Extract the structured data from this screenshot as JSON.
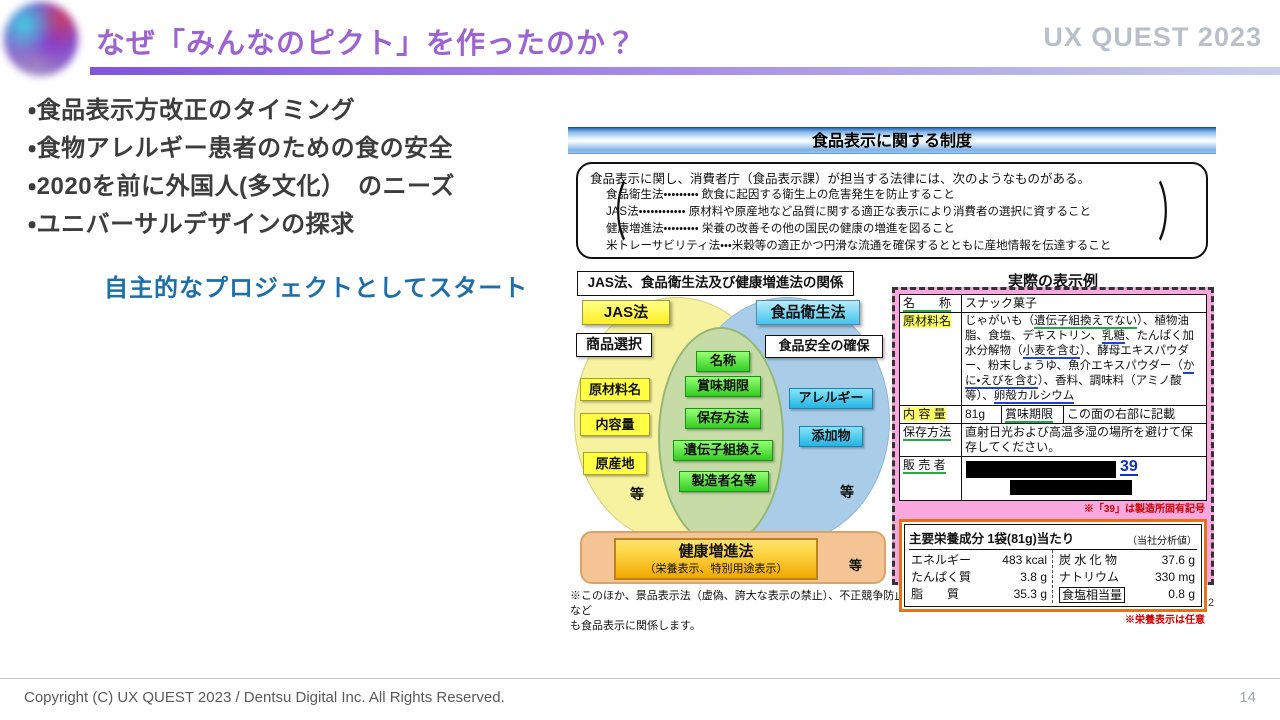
{
  "header": {
    "title": "なぜ「みんなのピクト」を作ったのか？",
    "brand": "UX QUEST 2023"
  },
  "bullets": [
    "・食品表示方改正のタイミング",
    "・食物アレルギー患者のための食の安全",
    "・2020を前に外国人(多文化）　のニーズ",
    "・ユニバーサルデザインの探求"
  ],
  "highlight": "自主的なプロジェクトとしてスタート",
  "figure": {
    "title": "食品表示に関する制度",
    "intro": "食品表示に関し、消費者庁（食品表示課）が担当する法律には、次のようなものがある。",
    "law_lines": [
      "食品衛生法・・・・・・・・・ 飲食に起因する衛生上の危害発生を防止すること",
      "JAS法・・・・・・・・・・・・ 原材料や原産地など品質に関する適正な表示により消費者の選択に資すること",
      "健康増進法・・・・・・・・・ 栄養の改善その他の国民の健康の増進を図ること",
      "米トレーサビリティ法・・・米穀等の適正かつ円滑な流通を確保するとともに産地情報を伝達すること"
    ],
    "venn": {
      "caption": "JAS法、食品衛生法及び健康増進法の関係",
      "jas_label": "JAS法",
      "eisei_label": "食品衛生法",
      "jas_subtitle": "商品選択",
      "eisei_subtitle": "食品安全の確保",
      "jas_items": [
        "原材料名",
        "内容量",
        "原産地"
      ],
      "common_items": [
        "名称",
        "賞味期限",
        "保存方法",
        "遺伝子組換え",
        "製造者名等"
      ],
      "eisei_items": [
        "アレルギー",
        "添加物"
      ],
      "etc_left": "等",
      "etc_right": "等",
      "etc_bottom": "等",
      "kenko_label": "健康増進法",
      "kenko_sub": "（栄養表示、特別用途表示）"
    },
    "example": {
      "caption": "実際の表示例",
      "name_label": "名　　称",
      "name_value": "スナック菓子",
      "ingredients_label": "原材料名",
      "ingredients_segments": [
        {
          "t": "じゃがいも（"
        },
        {
          "t": "遺伝子組換えでない",
          "u": "green"
        },
        {
          "t": "）、植物油脂、食塩、デキストリン、"
        },
        {
          "t": "乳糖",
          "u": "blue"
        },
        {
          "t": "、たんぱく加水分解物（"
        },
        {
          "t": "小麦を含む",
          "u": "blue"
        },
        {
          "t": "）、酵母エキスパウダー、粉末しょうゆ、魚介エキスパウダー（"
        },
        {
          "t": "かに・えびを含む",
          "u": "blue"
        },
        {
          "t": "）、香料、調味料（アミノ酸等）、"
        },
        {
          "t": "卵殻カルシウム",
          "u": "blue"
        }
      ],
      "content_label": "内 容 量",
      "content_value": "81g",
      "expiry_label": "賞味期限",
      "expiry_value": "この面の右部に記載",
      "storage_label": "保存方法",
      "storage_value": "直射日光および高温多湿の場所を避けて保存してください。",
      "seller_label": "販 売 者",
      "seller_code": "39",
      "code_note": "※「39」は製造所固有記号",
      "nutrition": {
        "header": "主要栄養成分 1袋(81g)当たり",
        "header_note": "（当社分析値）",
        "left": [
          [
            "エネルギー",
            "483 kcal"
          ],
          [
            "たんぱく質",
            "3.8 g"
          ],
          [
            "脂　　質",
            "35.3 g"
          ]
        ],
        "right": [
          [
            "炭 水 化 物",
            "37.6 g"
          ],
          [
            "ナトリウム",
            "330 mg"
          ],
          [
            "食塩相当量",
            "0.8 g"
          ]
        ],
        "note": "※栄養表示は任意"
      }
    },
    "footnote": "※このほか、景品表示法（虚偽、誇大な表示の禁止）、不正競争防止法（不正な競争の防止）、計量法（適正な計量の実施を確保）など\nも食品表示に関係します。",
    "page_fragment": "2"
  },
  "footer": {
    "copyright": "Copyright (C) UX QUEST 2023 / Dentsu Digital Inc. All Rights Reserved.",
    "page": "14"
  },
  "colors": {
    "accent_purple": "#9d63ce",
    "highlight_blue": "#1e6fa8",
    "brand_gray": "#b9c0cb",
    "pink_frame": "#f8a8de",
    "note_red": "#cc0000",
    "nutrition_orange": "#e0731c"
  }
}
